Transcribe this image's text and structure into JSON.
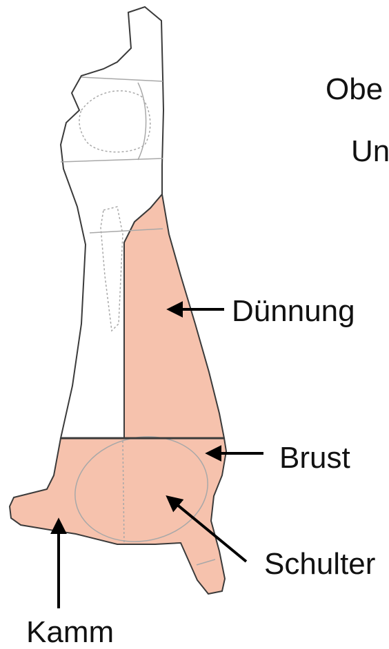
{
  "labels": {
    "top_line_1": "Obe",
    "top_line_2": "Un",
    "duennung": "Dünnung",
    "brust": "Brust",
    "schulter": "Schulter",
    "kamm": "Kamm"
  },
  "colors": {
    "highlight_fill": "#f6c2ad",
    "outline": "#3a3a3a",
    "inner_lines": "#a8a8a8",
    "arrow": "#000000"
  }
}
